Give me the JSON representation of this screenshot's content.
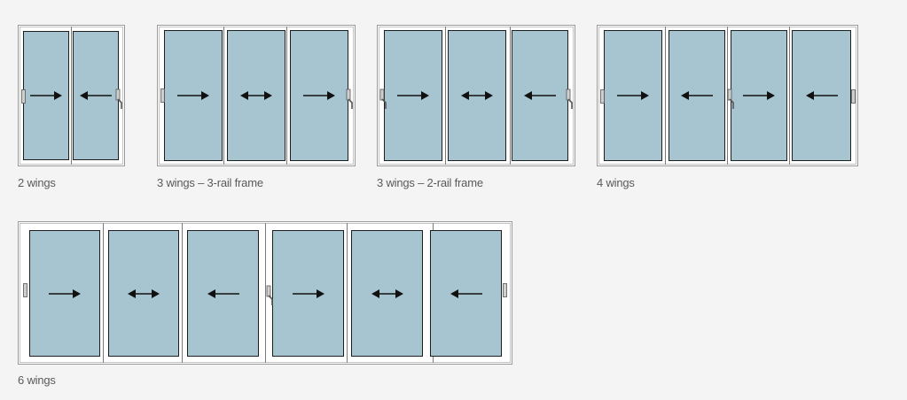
{
  "colors": {
    "glass": "#a7c4d1",
    "frame": "#ffffff",
    "border": "#1e1e1e"
  },
  "configurations": [
    {
      "caption": "2 wings",
      "arrows": [
        "right",
        "left"
      ]
    },
    {
      "caption": "3 wings – 3-rail frame",
      "arrows": [
        "right",
        "both",
        "right"
      ]
    },
    {
      "caption": "3 wings – 2-rail frame",
      "arrows": [
        "right",
        "both",
        "left"
      ]
    },
    {
      "caption": "4 wings",
      "arrows": [
        "right",
        "left",
        "right",
        "left"
      ]
    },
    {
      "caption": "6 wings",
      "arrows": [
        "right",
        "both",
        "left",
        "right",
        "both",
        "left"
      ]
    }
  ]
}
